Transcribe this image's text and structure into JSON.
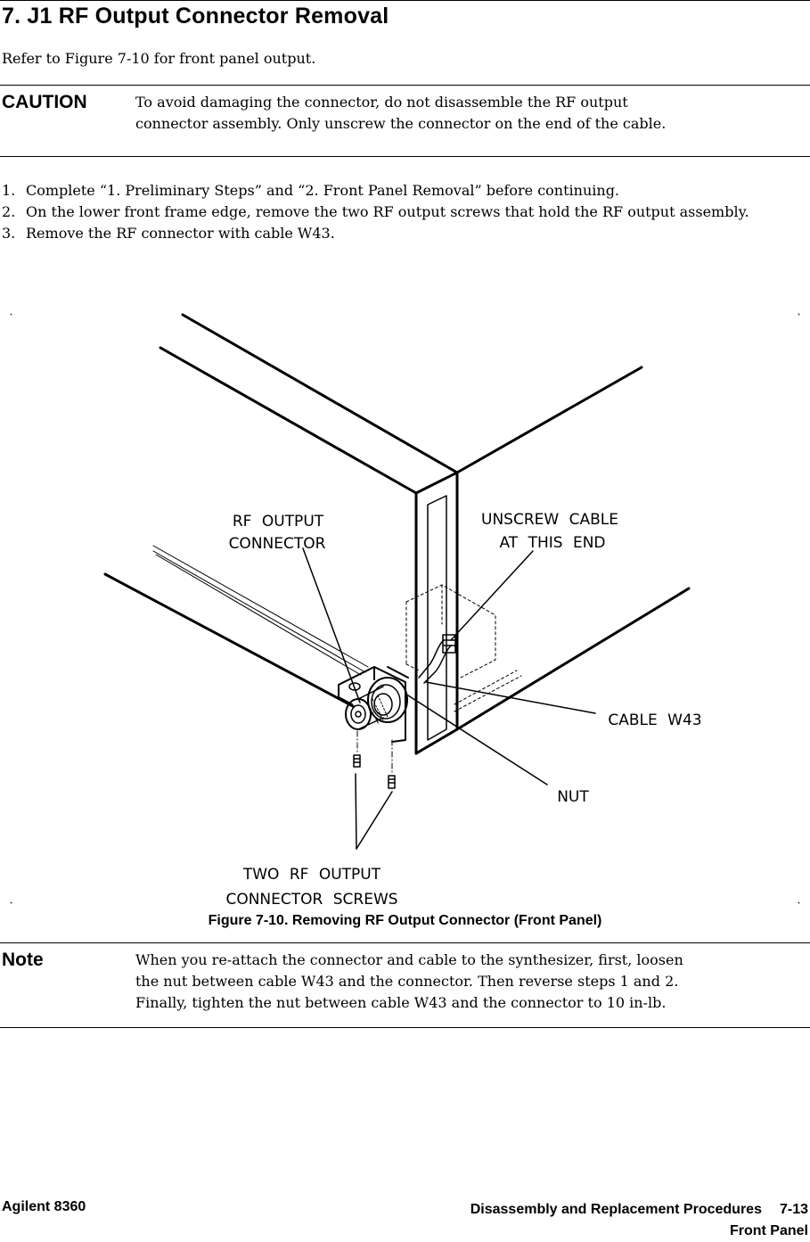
{
  "header": {
    "title": "7. J1 RF Output Connector Removal",
    "intro": "Refer to Figure 7-10 for front panel output."
  },
  "caution": {
    "label": "CAUTION",
    "lines": [
      "To avoid damaging the connector, do not disassemble the RF output",
      "connector assembly. Only unscrew the connector on the end of the cable."
    ]
  },
  "steps": [
    {
      "num": "1.",
      "text": "Complete “1. Preliminary Steps” and “2. Front Panel Removal” before continuing."
    },
    {
      "num": "2.",
      "text": "On the lower front frame edge, remove the two RF output screws that hold the RF output assembly."
    },
    {
      "num": "3.",
      "text": "Remove the RF connector with cable W43."
    }
  ],
  "figure": {
    "labels": {
      "rf_output_1": "RF OUTPUT",
      "rf_output_2": "CONNECTOR",
      "unscrew_1": "UNSCREW CABLE",
      "unscrew_2": "AT THIS END",
      "cable": "CABLE W43",
      "nut": "NUT",
      "screws_1": "TWO RF OUTPUT",
      "screws_2": "CONNECTOR SCREWS"
    },
    "caption": "Figure 7-10. Removing RF Output Connector (Front Panel)"
  },
  "note": {
    "label": "Note",
    "lines": [
      "When you re-attach the connector and cable to the synthesizer, first, loosen",
      "the nut between cable W43 and the connector. Then reverse steps 1 and 2.",
      "Finally, tighten the nut between cable W43 and the connector to 10 in-lb."
    ]
  },
  "footer": {
    "product": "Agilent 8360",
    "chapter": "Disassembly and Replacement Procedures",
    "page": "7-13",
    "section": "Front Panel"
  }
}
